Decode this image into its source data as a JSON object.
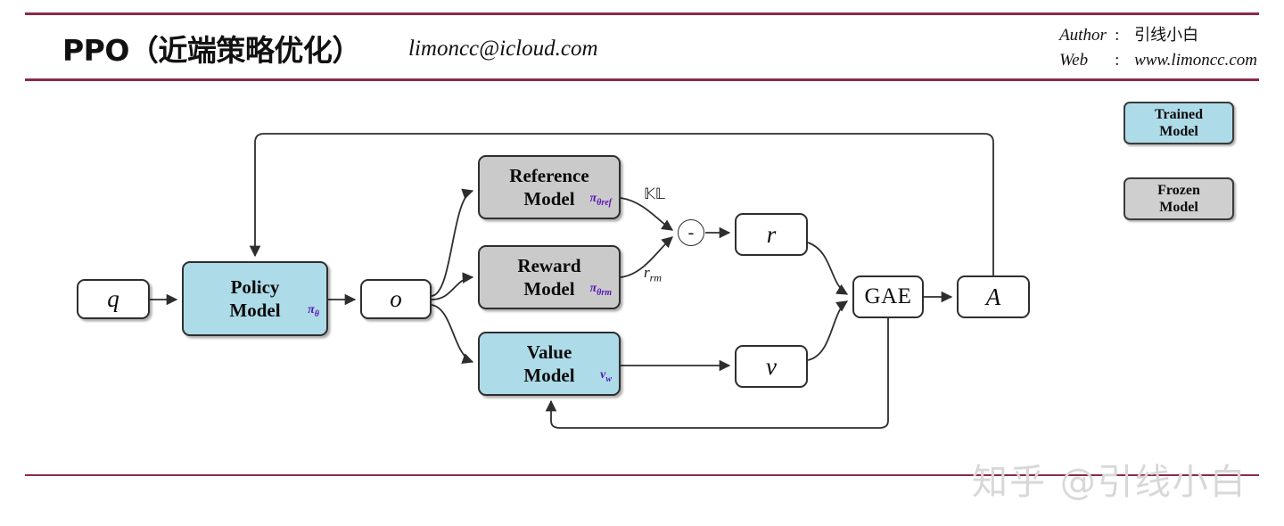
{
  "header": {
    "title": "PPO（近端策略优化）",
    "email": "limoncc@icloud.com",
    "author_key": "Author",
    "author_colon": ":",
    "author_value": "引线小白",
    "web_key": "Web",
    "web_colon": ":",
    "web_value": "www.limoncc.com",
    "rule_color": "#8c2a4a"
  },
  "legend": {
    "trained": {
      "line1": "Trained",
      "line2": "Model",
      "color": "#aedbe8"
    },
    "frozen": {
      "line1": "Frozen",
      "line2": "Model",
      "color": "#cfcfcf"
    }
  },
  "diagram": {
    "nodes": {
      "q": {
        "label": "q"
      },
      "policy": {
        "line1": "Policy",
        "line2": "Model",
        "sub": "π",
        "sub_script": "θ",
        "color": "#aedbe8"
      },
      "o": {
        "label": "o"
      },
      "reference": {
        "line1": "Reference",
        "line2": "Model",
        "sub": "π",
        "sub_script": "θref",
        "color": "#cacaca"
      },
      "reward": {
        "line1": "Reward",
        "line2": "Model",
        "sub": "π",
        "sub_script": "θrm",
        "color": "#cacaca"
      },
      "value": {
        "line1": "Value",
        "line2": "Model",
        "sub": "v",
        "sub_script": "w",
        "color": "#aedbe8"
      },
      "minus": {
        "label": "-"
      },
      "r": {
        "label": "r"
      },
      "v": {
        "label": "v"
      },
      "gae": {
        "label": "GAE"
      },
      "a": {
        "label": "A"
      }
    },
    "edge_labels": {
      "kl": "𝕂𝕃",
      "r_rm_base": "r",
      "r_rm_sub": "rm"
    }
  },
  "watermark": {
    "text": "知乎 @引线小白"
  }
}
